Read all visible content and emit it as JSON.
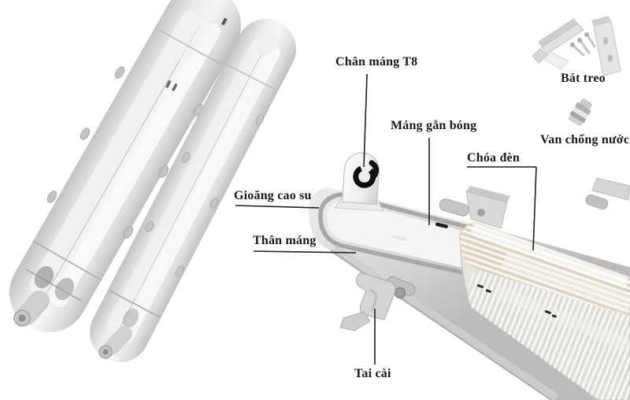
{
  "labels": {
    "chan_mang_t8": "Chân máng T8",
    "mang_gan_bong": "Máng gắn bóng",
    "choa_den": "Chóa đèn",
    "bat_treo": "Bát treo",
    "van_chong_nuoc": "Van chống nước",
    "gioang_cao_su": "Gioăng cao su",
    "than_mang": "Thân máng",
    "tai_cai": "Tai cài"
  },
  "colors": {
    "background": "#ffffff",
    "label_text": "#1a1a1a",
    "pointer_line": "#1f1f1f",
    "metal_light": "#ececec",
    "metal_mid": "#cccccc",
    "metal_dark": "#a8a8a8",
    "tray_white": "#f5f5f3",
    "diffuser_warm": "#e5dbc8",
    "socket_slot_mark": "#0d0d0d"
  },
  "artwork": {
    "left_fixtures": "two-tube-waterproof-fixtures",
    "closeup": "open-fixture-tray-with-t8-socket",
    "accessories": "hanging-brackets-screws-and-waterproof-gland"
  }
}
